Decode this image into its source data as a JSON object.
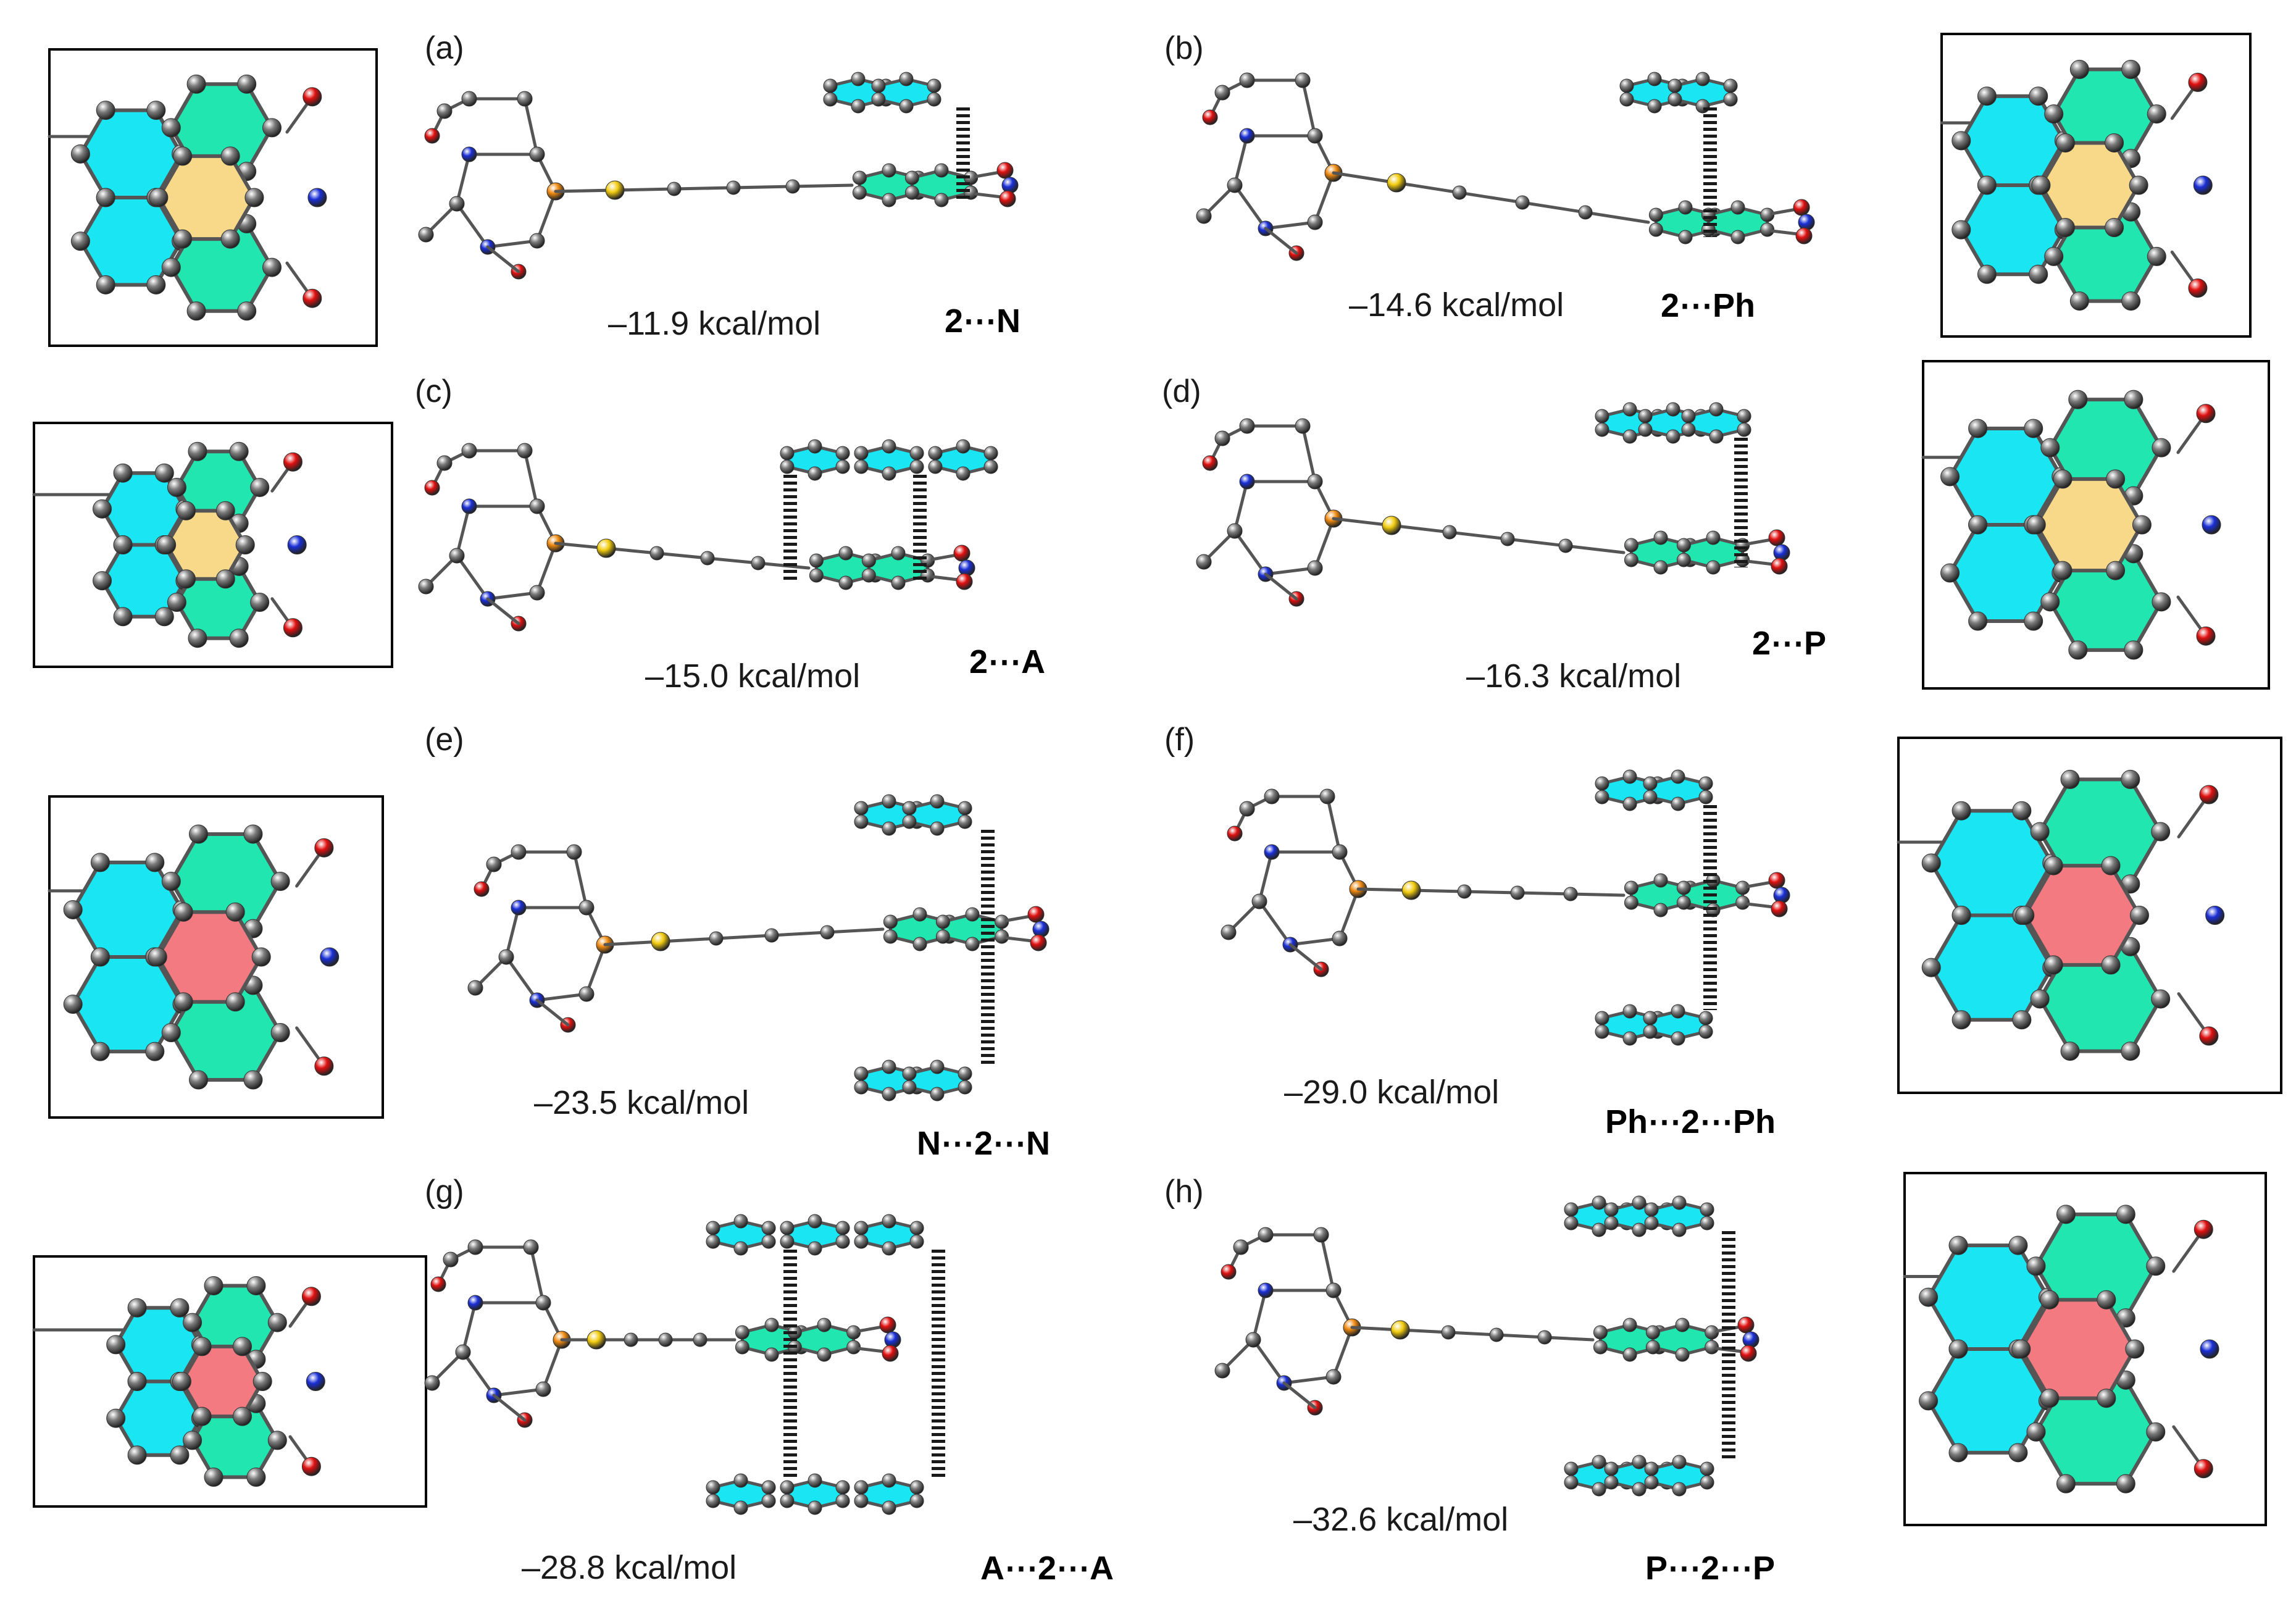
{
  "colors": {
    "background": "#ffffff",
    "carbon": "#7b7b7b",
    "nitrogen": "#1a2fd6",
    "oxygen": "#e01010",
    "phosphorus": "#f08a10",
    "gold": "#f2cc10",
    "aromatic_cyan": "#19e6f2",
    "aromatic_green": "#22e6b0",
    "overlap_yellow": "#f8d98a",
    "overlap_red": "#f27a80",
    "bond": "#555555",
    "stacking_dash": "#1a1a1a",
    "frame": "#000000"
  },
  "panels": [
    {
      "label": "(a)",
      "energy": "–11.9 kcal/mol",
      "complex": "2⋯N"
    },
    {
      "label": "(b)",
      "energy": "–14.6 kcal/mol",
      "complex": "2⋯Ph"
    },
    {
      "label": "(c)",
      "energy": "–15.0 kcal/mol",
      "complex": "2⋯A"
    },
    {
      "label": "(d)",
      "energy": "–16.3 kcal/mol",
      "complex": "2⋯P"
    },
    {
      "label": "(e)",
      "energy": "–23.5 kcal/mol",
      "complex": "N⋯2⋯N"
    },
    {
      "label": "(f)",
      "energy": "–29.0 kcal/mol",
      "complex": "Ph⋯2⋯Ph"
    },
    {
      "label": "(g)",
      "energy": "–28.8 kcal/mol",
      "complex": "A⋯2⋯A"
    },
    {
      "label": "(h)",
      "energy": "–32.6 kcal/mol",
      "complex": "P⋯2⋯P"
    }
  ]
}
